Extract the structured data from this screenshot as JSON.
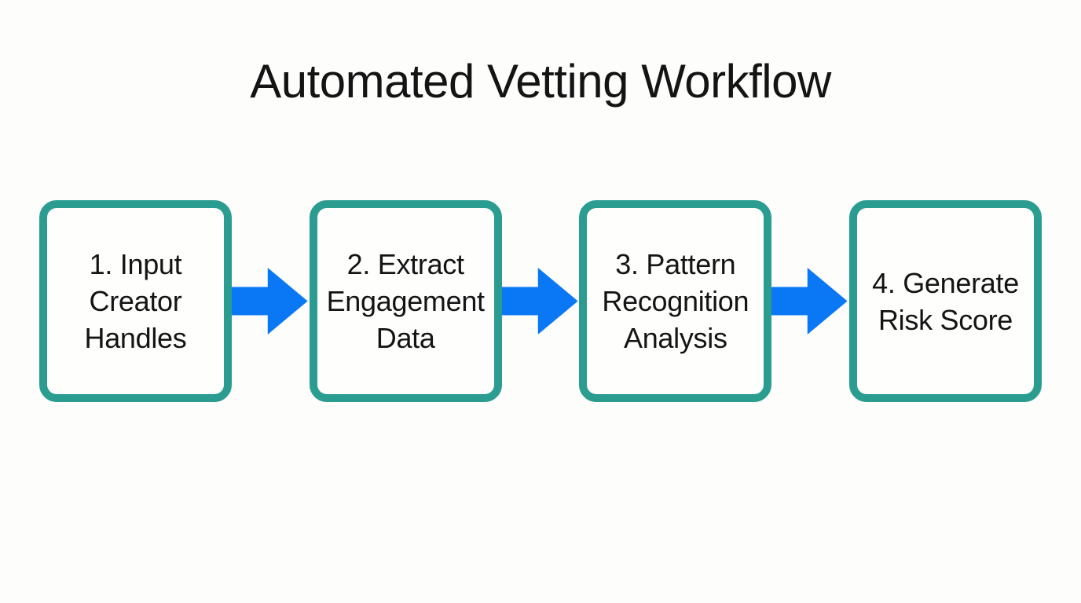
{
  "title": "Automated Vetting Workflow",
  "workflow": {
    "steps": [
      {
        "label": "1. Input Creator Handles",
        "lines": [
          "1. Input",
          "Creator",
          "Handles"
        ]
      },
      {
        "label": "2. Extract Engagement Data",
        "lines": [
          "2. Extract",
          "Engagement",
          "Data"
        ]
      },
      {
        "label": "3. Pattern Recognition Analysis",
        "lines": [
          "3. Pattern",
          "Recognition",
          "Analysis"
        ]
      },
      {
        "label": "4. Generate Risk Score",
        "lines": [
          "4. Generate",
          "Risk Score"
        ]
      }
    ],
    "connector_icon": "right-arrow"
  },
  "colors": {
    "background": "#FDFDFC",
    "box_border": "#2B9C90",
    "arrow": "#0A78F5",
    "text": "#141414"
  }
}
